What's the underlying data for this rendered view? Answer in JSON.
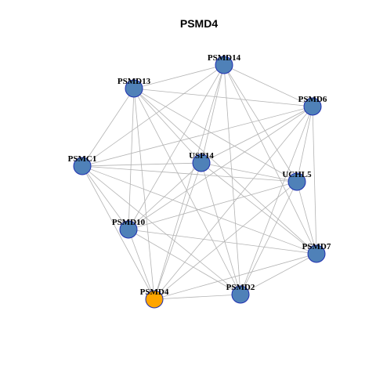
{
  "title": "PSMD4",
  "colors": {
    "node_fill": "#4f81b8",
    "focus_fill": "#ffa500",
    "node_stroke": "#1f2fb0",
    "edge": "#b3b3b3"
  },
  "graph": {
    "focus": "PSMD4",
    "nodes": [
      "PSMD14",
      "PSMD13",
      "PSMD6",
      "PSMC1",
      "USP14",
      "UCHL5",
      "PSMD10",
      "PSMD7",
      "PSMD4",
      "PSMD2"
    ],
    "edges": [
      [
        "PSMD14",
        "PSMD13"
      ],
      [
        "PSMD14",
        "PSMD6"
      ],
      [
        "PSMD14",
        "PSMC1"
      ],
      [
        "PSMD14",
        "USP14"
      ],
      [
        "PSMD14",
        "UCHL5"
      ],
      [
        "PSMD14",
        "PSMD10"
      ],
      [
        "PSMD14",
        "PSMD7"
      ],
      [
        "PSMD14",
        "PSMD4"
      ],
      [
        "PSMD14",
        "PSMD2"
      ],
      [
        "PSMD13",
        "PSMD6"
      ],
      [
        "PSMD13",
        "PSMC1"
      ],
      [
        "PSMD13",
        "USP14"
      ],
      [
        "PSMD13",
        "UCHL5"
      ],
      [
        "PSMD13",
        "PSMD10"
      ],
      [
        "PSMD13",
        "PSMD7"
      ],
      [
        "PSMD13",
        "PSMD4"
      ],
      [
        "PSMD13",
        "PSMD2"
      ],
      [
        "PSMD6",
        "PSMC1"
      ],
      [
        "PSMD6",
        "USP14"
      ],
      [
        "PSMD6",
        "UCHL5"
      ],
      [
        "PSMD6",
        "PSMD10"
      ],
      [
        "PSMD6",
        "PSMD7"
      ],
      [
        "PSMD6",
        "PSMD4"
      ],
      [
        "PSMD6",
        "PSMD2"
      ],
      [
        "PSMC1",
        "USP14"
      ],
      [
        "PSMC1",
        "UCHL5"
      ],
      [
        "PSMC1",
        "PSMD10"
      ],
      [
        "PSMC1",
        "PSMD7"
      ],
      [
        "PSMC1",
        "PSMD4"
      ],
      [
        "PSMC1",
        "PSMD2"
      ],
      [
        "USP14",
        "UCHL5"
      ],
      [
        "USP14",
        "PSMD10"
      ],
      [
        "USP14",
        "PSMD7"
      ],
      [
        "USP14",
        "PSMD4"
      ],
      [
        "USP14",
        "PSMD2"
      ],
      [
        "UCHL5",
        "PSMD10"
      ],
      [
        "UCHL5",
        "PSMD7"
      ],
      [
        "UCHL5",
        "PSMD4"
      ],
      [
        "UCHL5",
        "PSMD2"
      ],
      [
        "PSMD10",
        "PSMD7"
      ],
      [
        "PSMD10",
        "PSMD4"
      ],
      [
        "PSMD10",
        "PSMD2"
      ],
      [
        "PSMD7",
        "PSMD4"
      ],
      [
        "PSMD7",
        "PSMD2"
      ],
      [
        "PSMD4",
        "PSMD2"
      ]
    ]
  }
}
